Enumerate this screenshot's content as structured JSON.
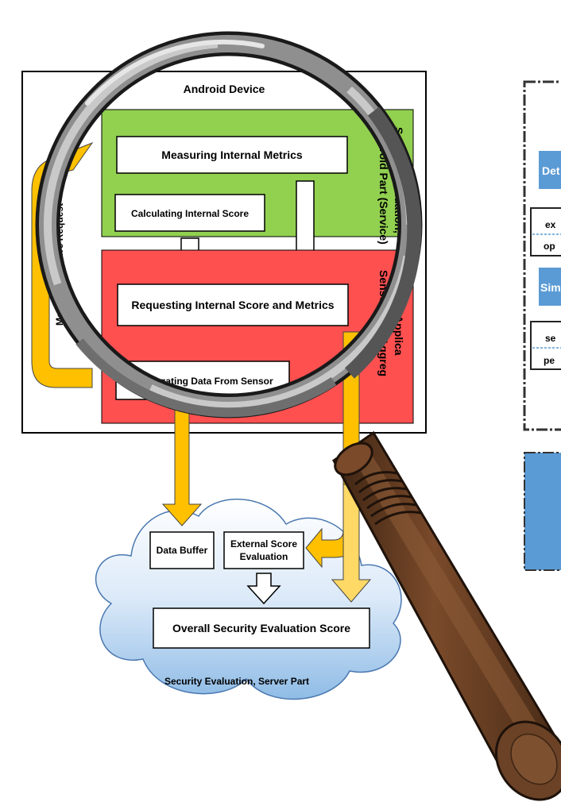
{
  "diagram": {
    "android_device": "Android Device",
    "metrics_request": "Metrics and Score Request",
    "green_panel": {
      "title_line1": "Security Evaluation,",
      "title_line2": "Android Part (Service)",
      "box_measuring": "Measuring Internal Metrics",
      "box_calculating": "Calculating Internal Score"
    },
    "red_panel": {
      "title_line1": "Android Applica",
      "title_line2": "Sensor Data Aggreg",
      "box_requesting": "Requesting Internal Score and Metrics",
      "box_aggregating": "Aggregating Data From Sensor"
    },
    "server": {
      "data_buffer": "Data Buffer",
      "external_line1": "External Score",
      "external_line2": "Evaluation",
      "overall": "Overall Security Evaluation Score",
      "cloud_label": "Security Evaluation, Server Part"
    },
    "right_fragments": {
      "header1": "Det",
      "row1": "ex",
      "row2": "op",
      "header2": "Sim",
      "row3": "se",
      "row4": "pe"
    }
  },
  "colors": {
    "green": "#92d050",
    "red": "#ff5050",
    "yellow_arrow": "#ffc000",
    "light_yellow_arrow": "#ffd966",
    "blue_header": "#5b9bd5",
    "cloud_light": "#e8f1fb",
    "cloud_dark": "#9dc3e6",
    "handle": "#6b4226"
  }
}
